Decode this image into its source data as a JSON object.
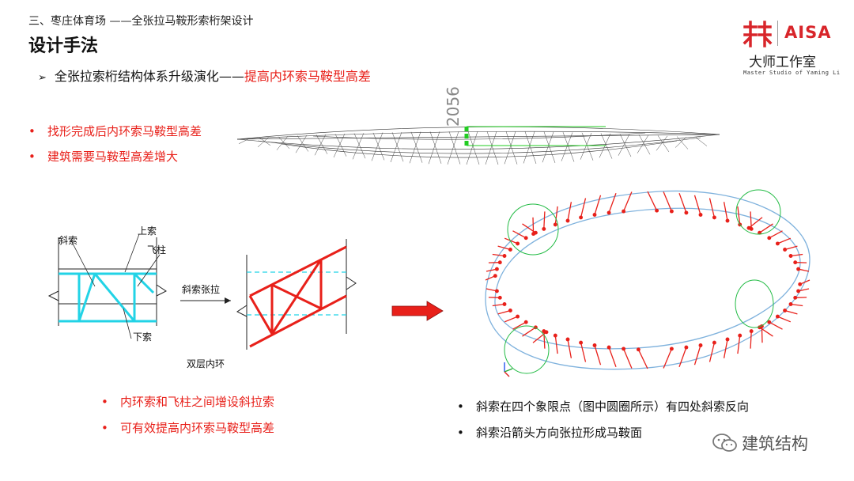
{
  "header": {
    "section_title": "三、枣庄体育场 ——全张拉马鞍形索桁架设计",
    "page_title": "设计手法",
    "subtitle_prefix": "全张拉索桁结构体系升级演化——",
    "subtitle_highlight": "提高内环索马鞍型高差",
    "bullet_marker": "➢"
  },
  "logo": {
    "brand": "AISA",
    "studio_name": "大师工作室",
    "studio_en": "Master Studio of Yaming Li"
  },
  "top_bullets": [
    "找形完成后内环索马鞍型高差",
    "建筑需要马鞍型高差增大"
  ],
  "top_figure": {
    "dimension_label": "2056"
  },
  "left_figure": {
    "labels": {
      "diagonal_cable": "斜索",
      "upper_cable": "上索",
      "flying_column": "飞柱",
      "lower_cable": "下索",
      "tensioning": "斜索张拉",
      "double_ring": "双层内环"
    }
  },
  "left_bullets": [
    "内环索和飞柱之间增设斜拉索",
    "可有效提高内环索马鞍型高差"
  ],
  "right_bullets": [
    "斜索在四个象限点（图中圆圈所示）有四处斜索反向",
    "斜索沿箭头方向张拉形成马鞍面"
  ],
  "colors": {
    "accent_red": "#e8201a",
    "cyan": "#22d3e6",
    "ring_blue": "#7fb2dd"
  },
  "watermark": {
    "text": "建筑结构"
  }
}
